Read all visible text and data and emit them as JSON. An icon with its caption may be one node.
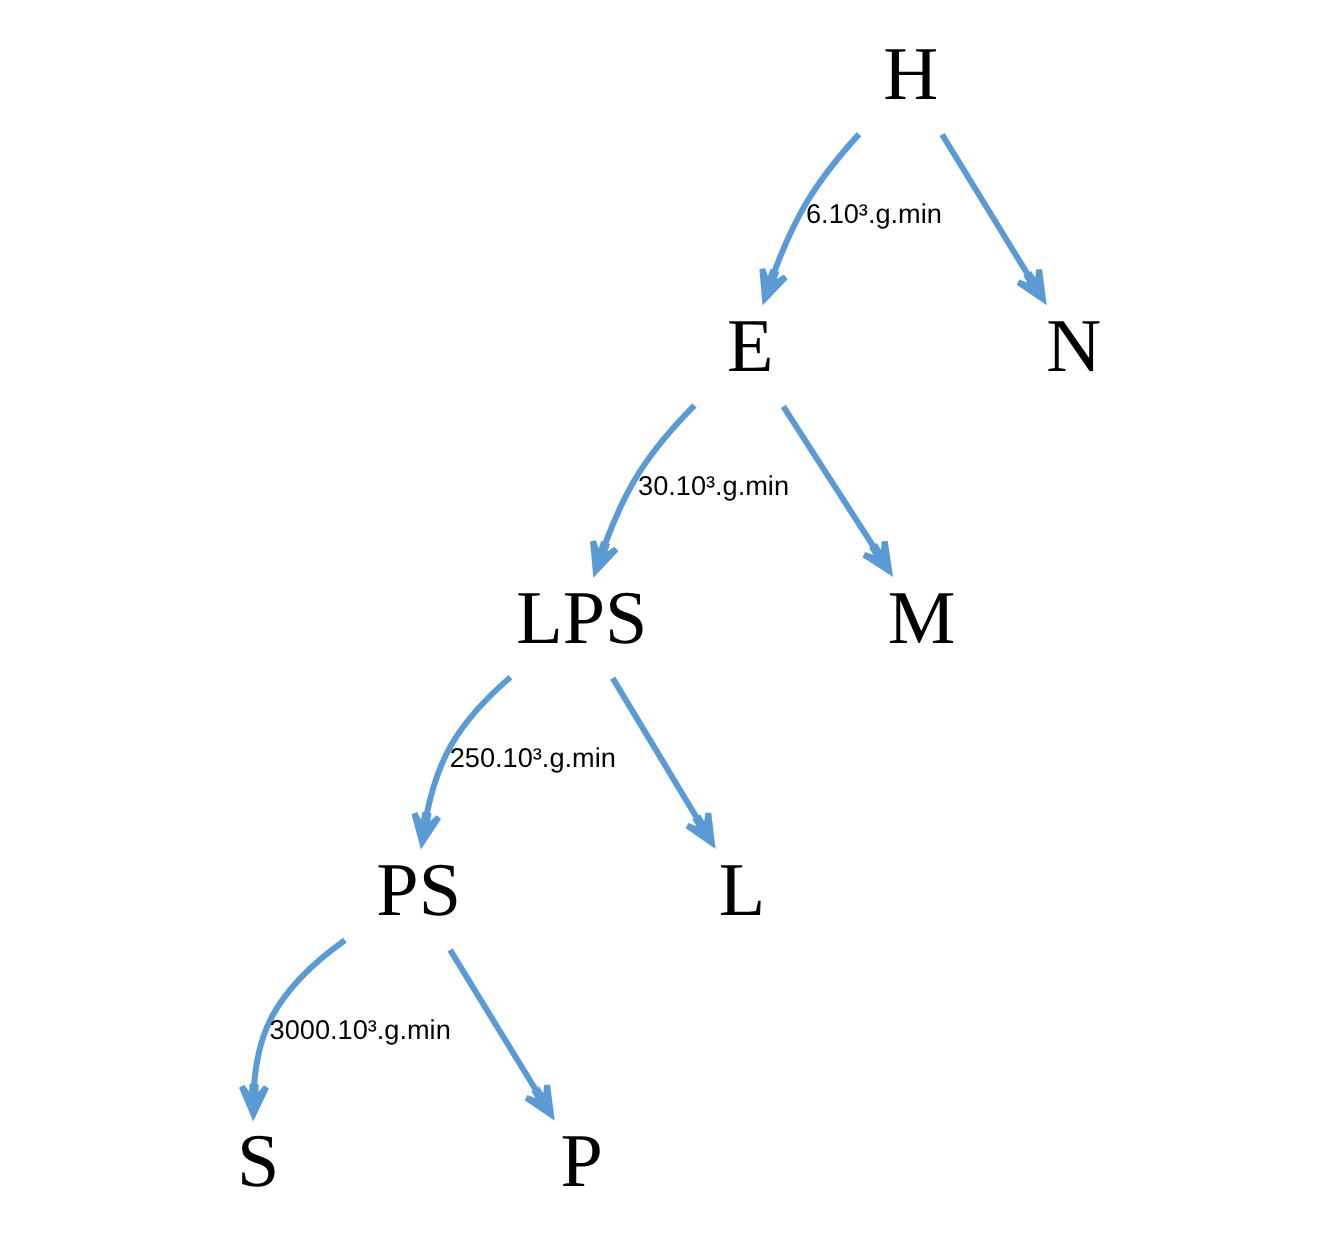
{
  "diagram": {
    "nodes": [
      {
        "text": [
          "H"
        ]
      },
      {
        "text": [
          "E"
        ]
      },
      {
        "text": [
          "N"
        ]
      },
      {
        "text": [
          "LPS"
        ]
      },
      {
        "text": [
          "M"
        ]
      },
      {
        "text": [
          "PS"
        ]
      },
      {
        "text": [
          "L"
        ]
      },
      {
        "text": [
          "S"
        ]
      },
      {
        "text": [
          "P"
        ]
      }
    ],
    "edges": [
      {
        "from": 0,
        "to": 1,
        "arrow": "to",
        "label": "6.10³.g.min"
      },
      {
        "from": 0,
        "to": 2,
        "arrow": "to"
      },
      {
        "from": 1,
        "to": 3,
        "arrow": "to",
        "label": "30.10³.g.min"
      },
      {
        "from": 1,
        "to": 4,
        "arrow": "to"
      },
      {
        "from": 3,
        "to": 5,
        "arrow": "to",
        "label": "250.10³.g.min"
      },
      {
        "from": 3,
        "to": 6,
        "arrow": "to"
      },
      {
        "from": 5,
        "to": 7,
        "arrow": "to",
        "label": "3000.10³.g.min"
      },
      {
        "from": 5,
        "to": 8,
        "arrow": "to"
      }
    ]
  }
}
